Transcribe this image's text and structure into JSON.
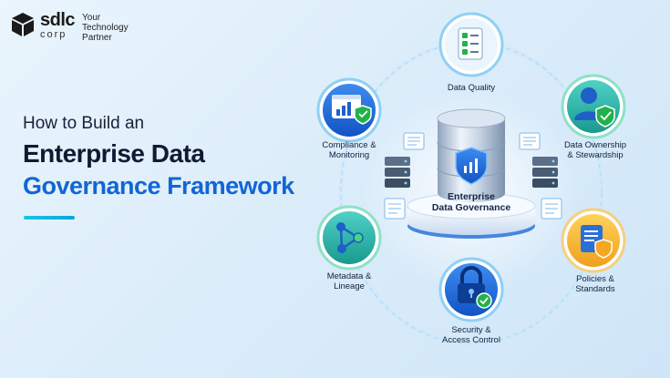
{
  "logo": {
    "brand": "sdlc",
    "brand_sub": "corp",
    "tagline_line1": "Your",
    "tagline_line2": "Technology",
    "tagline_line3": "Partner"
  },
  "title": {
    "line1": "How to Build an",
    "line2": "Enterprise Data",
    "line3": "Governance Framework"
  },
  "core": {
    "line1": "Enterprise",
    "line2": "Data Governance"
  },
  "nodes": {
    "data_quality": {
      "label1": "Data Quality",
      "label2": ""
    },
    "data_ownership": {
      "label1": "Data Ownership",
      "label2": "& Stewardship"
    },
    "policies": {
      "label1": "Policies &",
      "label2": "Standards"
    },
    "security": {
      "label1": "Security &",
      "label2": "Access Control"
    },
    "metadata": {
      "label1": "Metadata &",
      "label2": "Lineage"
    },
    "compliance": {
      "label1": "Compliance &",
      "label2": "Monitoring"
    }
  },
  "colors": {
    "accent_blue": "#1166d6",
    "accent_cyan": "#19c6e6",
    "green_check": "#22b24c",
    "teal_node": "#2bb3a8",
    "amber_node": "#f5a623"
  },
  "icons": {
    "data_quality": "checklist-icon",
    "data_ownership": "user-shield-icon",
    "policies": "document-shield-icon",
    "security": "padlock-check-icon",
    "metadata": "network-graph-icon",
    "compliance": "chart-shield-icon",
    "core": "database-shield-icon"
  }
}
